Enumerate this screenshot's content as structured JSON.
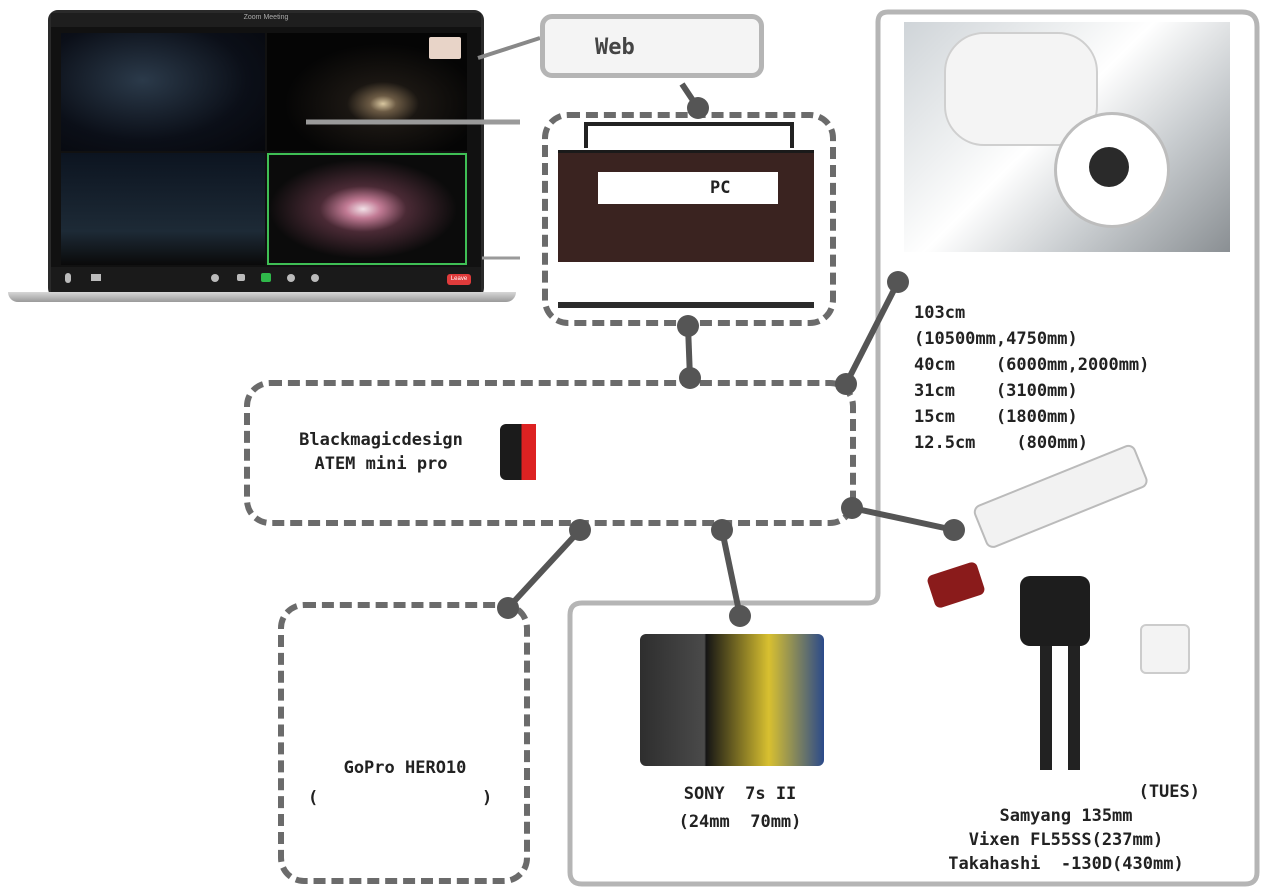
{
  "web_label": "Web",
  "pc_label": "PC",
  "switcher": {
    "line1": "Blackmagicdesign",
    "line2": "ATEM mini pro"
  },
  "gopro": {
    "line1": "GoPro HERO10",
    "line2": "(                )"
  },
  "sony": {
    "line1": "SONY  7s II",
    "line2": "(24mm  70mm)"
  },
  "telescopes": [
    "103cm",
    "(10500mm,4750mm)",
    "40cm    (6000mm,2000mm)",
    "31cm    (3100mm)",
    "15cm    (1800mm)",
    "12.5cm    (800mm)"
  ],
  "mount": {
    "line1": "(TUES)",
    "line2": "Samyang 135mm",
    "line3": "Vixen FL55SS(237mm)",
    "line4": "Takahashi  -130D(430mm)"
  },
  "laptop": {
    "window_title": "Zoom Meeting",
    "leave_label": "Leave"
  },
  "colors": {
    "connector": "#555555",
    "dashed_border": "#6b6b6b",
    "solid_border": "#b5b5b5",
    "leave_red": "#e03b3b"
  }
}
